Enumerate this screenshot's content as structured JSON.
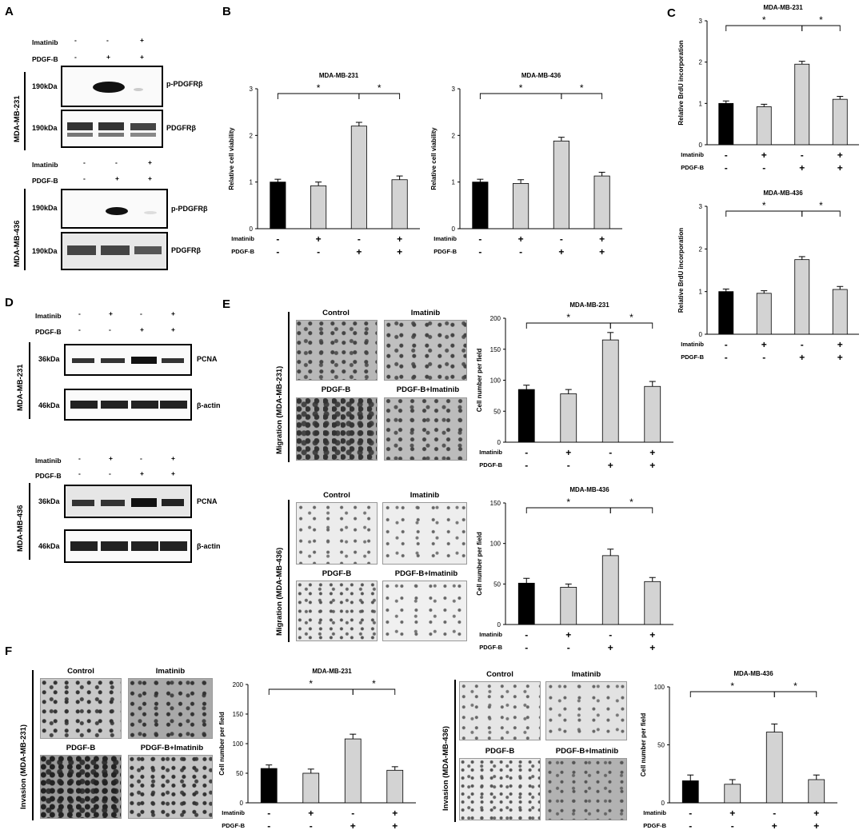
{
  "panels": {
    "a": "A",
    "b": "B",
    "c": "C",
    "d": "D",
    "e": "E",
    "f": "F"
  },
  "rows": {
    "imatinib": "Imatinib",
    "pdgfb": "PDGF-B"
  },
  "signs": {
    "order_a": [
      [
        "-",
        "-",
        "+"
      ],
      [
        "-",
        "+",
        "+"
      ]
    ],
    "order_d": [
      [
        "-",
        "+",
        "-",
        "+"
      ],
      [
        "-",
        "-",
        "+",
        "+"
      ]
    ],
    "charts": [
      [
        "-",
        "+",
        "-",
        "+"
      ],
      [
        "-",
        "-",
        "+",
        "+"
      ]
    ]
  },
  "blots": {
    "mw190": "190kDa",
    "mw36": "36kDa",
    "mw46": "46kDa",
    "p_pdgfr": "p-PDGFRβ",
    "pdgfr": "PDGFRβ",
    "pcna": "PCNA",
    "actin": "β-actin"
  },
  "cells": {
    "mb231": "MDA-MB-231",
    "mb436": "MDA-MB-436"
  },
  "side": {
    "mig231": "Migration (MDA-MB-231)",
    "mig436": "Migration (MDA-MB-436)",
    "inv231": "Invasion (MDA-MB-231)",
    "inv436": "Invasion (MDA-MB-436)"
  },
  "micro_titles": {
    "control": "Control",
    "imatinib": "Imatinib",
    "pdgfb": "PDGF-B",
    "combo": "PDGF-B+Imatinib"
  },
  "chart_data": [
    {
      "id": "B1",
      "type": "bar",
      "title": "MDA-MB-231",
      "ylabel": "Relative cell viability",
      "ylim": [
        0,
        3
      ],
      "yticks": [
        0,
        1,
        2,
        3
      ],
      "values": [
        1.0,
        0.92,
        2.2,
        1.05
      ],
      "errors": [
        0.06,
        0.08,
        0.08,
        0.08
      ],
      "colors": [
        "#000000",
        "#d3d3d3",
        "#d3d3d3",
        "#d3d3d3"
      ],
      "sig": "*"
    },
    {
      "id": "B2",
      "type": "bar",
      "title": "MDA-MB-436",
      "ylabel": "Relative cell viability",
      "ylim": [
        0,
        3
      ],
      "yticks": [
        0,
        1,
        2,
        3
      ],
      "values": [
        1.0,
        0.97,
        1.88,
        1.13
      ],
      "errors": [
        0.06,
        0.08,
        0.08,
        0.08
      ],
      "colors": [
        "#000000",
        "#d3d3d3",
        "#d3d3d3",
        "#d3d3d3"
      ],
      "sig": "*"
    },
    {
      "id": "C1",
      "type": "bar",
      "title": "MDA-MB-231",
      "ylabel": "Relative BrdU incorporation",
      "ylim": [
        0,
        3
      ],
      "yticks": [
        0,
        1,
        2,
        3
      ],
      "values": [
        1.0,
        0.92,
        1.95,
        1.1
      ],
      "errors": [
        0.06,
        0.06,
        0.07,
        0.07
      ],
      "colors": [
        "#000000",
        "#d3d3d3",
        "#d3d3d3",
        "#d3d3d3"
      ],
      "sig": "*"
    },
    {
      "id": "C2",
      "type": "bar",
      "title": "MDA-MB-436",
      "ylabel": "Relative BrdU incorporation",
      "ylim": [
        0,
        3
      ],
      "yticks": [
        0,
        1,
        2,
        3
      ],
      "values": [
        1.0,
        0.96,
        1.75,
        1.05
      ],
      "errors": [
        0.06,
        0.06,
        0.07,
        0.07
      ],
      "colors": [
        "#000000",
        "#d3d3d3",
        "#d3d3d3",
        "#d3d3d3"
      ],
      "sig": "*"
    },
    {
      "id": "E1",
      "type": "bar",
      "title": "MDA-MB-231",
      "ylabel": "Cell number per field",
      "ylim": [
        0,
        200
      ],
      "yticks": [
        0,
        50,
        100,
        150,
        200
      ],
      "values": [
        85,
        78,
        165,
        90
      ],
      "errors": [
        7,
        7,
        12,
        8
      ],
      "colors": [
        "#000000",
        "#d3d3d3",
        "#d3d3d3",
        "#d3d3d3"
      ],
      "sig": "*"
    },
    {
      "id": "E2",
      "type": "bar",
      "title": "MDA-MB-436",
      "ylabel": "Cell number per field",
      "ylim": [
        0,
        150
      ],
      "yticks": [
        0,
        50,
        100,
        150
      ],
      "values": [
        51,
        46,
        85,
        53
      ],
      "errors": [
        6,
        4,
        8,
        5
      ],
      "colors": [
        "#000000",
        "#d3d3d3",
        "#d3d3d3",
        "#d3d3d3"
      ],
      "sig": "*"
    },
    {
      "id": "F1",
      "type": "bar",
      "title": "MDA-MB-231",
      "ylabel": "Cell number per field",
      "ylim": [
        0,
        200
      ],
      "yticks": [
        0,
        50,
        100,
        150,
        200
      ],
      "values": [
        58,
        50,
        108,
        55
      ],
      "errors": [
        6,
        7,
        8,
        6
      ],
      "colors": [
        "#000000",
        "#d3d3d3",
        "#d3d3d3",
        "#d3d3d3"
      ],
      "sig": "*"
    },
    {
      "id": "F2",
      "type": "bar",
      "title": "MDA-MB-436",
      "ylabel": "Cell number per field",
      "ylim": [
        0,
        100
      ],
      "yticks": [
        0,
        50,
        100
      ],
      "values": [
        19,
        16,
        61,
        20
      ],
      "errors": [
        5,
        4,
        7,
        4
      ],
      "colors": [
        "#000000",
        "#d3d3d3",
        "#d3d3d3",
        "#d3d3d3"
      ],
      "sig": "*"
    }
  ]
}
